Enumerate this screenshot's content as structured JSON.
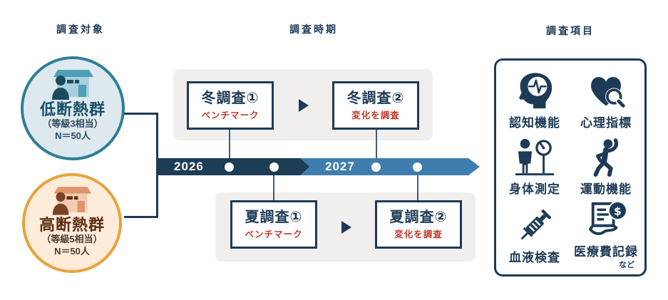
{
  "headers": {
    "subjects": "調査対象",
    "timing": "調査時期",
    "items": "調査項目"
  },
  "groups": [
    {
      "name": "低断熱群",
      "grade": "（等級3相当）",
      "n": "N＝50人"
    },
    {
      "name": "高断熱群",
      "grade": "（等級5相当）",
      "n": "N＝50人"
    }
  ],
  "timeline": {
    "years": [
      "2026",
      "2027"
    ]
  },
  "surveys": [
    {
      "title": "冬調査①",
      "note": "ベンチマーク"
    },
    {
      "title": "冬調査②",
      "note": "変化を調査"
    },
    {
      "title": "夏調査①",
      "note": "ベンチマーク"
    },
    {
      "title": "夏調査②",
      "note": "変化を調査"
    }
  ],
  "panel": {
    "items": [
      {
        "label": "認知機能",
        "icon": "brain-icon"
      },
      {
        "label": "心理指標",
        "icon": "heart-magnifier-icon"
      },
      {
        "label": "身体測定",
        "icon": "body-measure-icon"
      },
      {
        "label": "運動機能",
        "icon": "exercise-icon"
      },
      {
        "label": "血液検査",
        "icon": "syringe-icon"
      },
      {
        "label": "医療費記録",
        "icon": "medical-receipt-icon"
      }
    ],
    "note": "など"
  },
  "colors": {
    "navy": "#1e3a56",
    "timeline_dark": "#1d3c55",
    "timeline_light": "#3e7dad",
    "accent_red": "#c23a2c",
    "panel_gray": "#f0efee",
    "low_group_border": "#2f7f96",
    "low_group_fill": "#dde9ee",
    "low_group_title": "#174f68",
    "high_group_border": "#e8a23d",
    "high_group_fill": "#fcecd9",
    "high_group_title": "#5f2c14"
  }
}
